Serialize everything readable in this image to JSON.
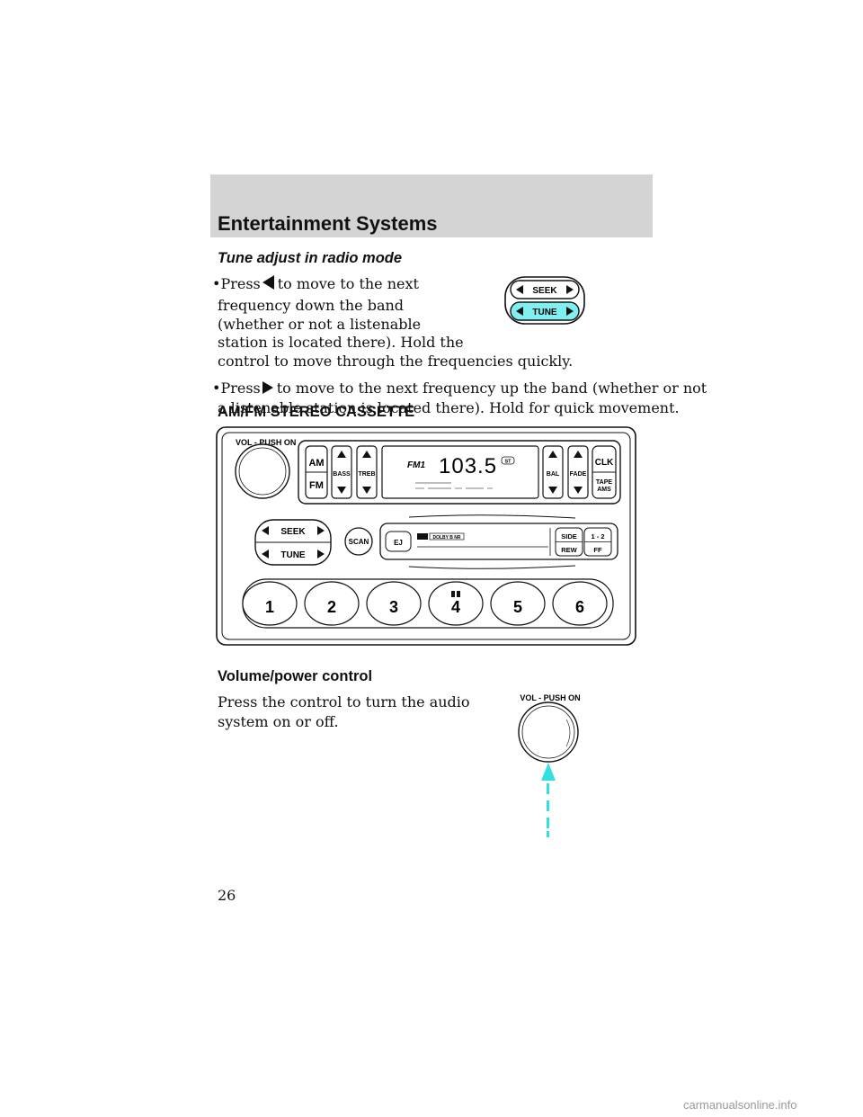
{
  "header": {
    "title": "Entertainment Systems"
  },
  "section_tune": {
    "heading": "Tune adjust in radio mode",
    "bullet1_prefix": "Press",
    "bullet1_line1": "to move to the next",
    "bullet1_line2": "frequency down the band",
    "bullet1_line3": "(whether or not a listenable",
    "bullet1_line4": "station is located there). Hold the",
    "bullet1_line5": "control to move through the frequencies quickly.",
    "bullet2_prefix": "Press",
    "bullet2_line1": "to move to the next frequency up the band (whether or not",
    "bullet2_line2": "a listenable station is located there). Hold for quick movement."
  },
  "seek_tune_control": {
    "seek_label": "SEEK",
    "tune_label": "TUNE",
    "highlight_color": "#7ef0f0"
  },
  "section_stereo": {
    "heading": "AM/FM STEREO CASSETTE"
  },
  "radio": {
    "vol_label": "VOL - PUSH ON",
    "am": "AM",
    "fm": "FM",
    "bass": "BASS",
    "treb": "TREB",
    "bal": "BAL",
    "fade": "FADE",
    "clk": "CLK",
    "tape": "TAPE",
    "ams": "AMS",
    "display_band": "FM1",
    "display_freq": "103.5",
    "display_st": "ST",
    "seek": "SEEK",
    "tune": "TUNE",
    "scan": "SCAN",
    "ej": "EJ",
    "dolby": "DOLBY B NR",
    "side": "SIDE",
    "rew": "REW",
    "one_two": "1 - 2",
    "ff": "FF",
    "presets": [
      "1",
      "2",
      "3",
      "4",
      "5",
      "6"
    ]
  },
  "section_volume": {
    "heading": "Volume/power control",
    "line1": "Press the control to turn the audio",
    "line2": "system on or off.",
    "knob_label": "VOL - PUSH ON",
    "arrow_color": "#33e0e0"
  },
  "page_number": "26",
  "watermark": "carmanualsonline.info"
}
